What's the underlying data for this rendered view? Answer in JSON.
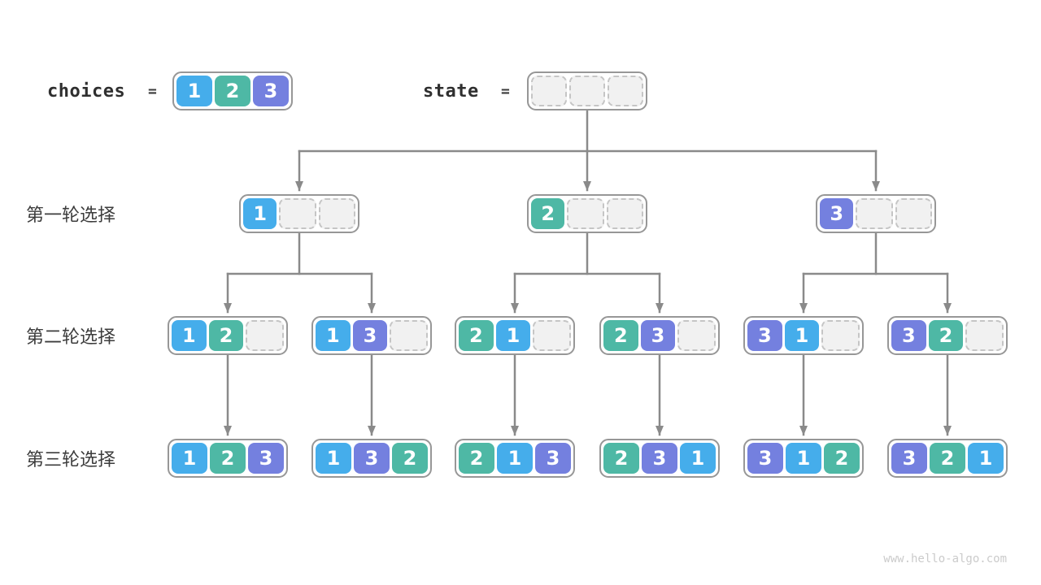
{
  "header": {
    "choices_label": "choices",
    "state_label": "state",
    "equals": "="
  },
  "choices": [
    1,
    2,
    3
  ],
  "state": [
    null,
    null,
    null
  ],
  "rows": [
    {
      "label": "第一轮选择",
      "boxes": [
        [
          1,
          null,
          null
        ],
        [
          2,
          null,
          null
        ],
        [
          3,
          null,
          null
        ]
      ]
    },
    {
      "label": "第二轮选择",
      "boxes": [
        [
          1,
          2,
          null
        ],
        [
          1,
          3,
          null
        ],
        [
          2,
          1,
          null
        ],
        [
          2,
          3,
          null
        ],
        [
          3,
          1,
          null
        ],
        [
          3,
          2,
          null
        ]
      ]
    },
    {
      "label": "第三轮选择",
      "boxes": [
        [
          1,
          2,
          3
        ],
        [
          1,
          3,
          2
        ],
        [
          2,
          1,
          3
        ],
        [
          2,
          3,
          1
        ],
        [
          3,
          1,
          2
        ],
        [
          3,
          2,
          1
        ]
      ]
    }
  ],
  "colors": {
    "1": "#45ADEB",
    "2": "#4EB8A5",
    "3": "#7480DF",
    "empty_fill": "#F1F1F1",
    "empty_border": "#C5C5C5",
    "line": "#8A8A8A",
    "box_border": "#979797"
  },
  "watermark": "www.hello-algo.com"
}
